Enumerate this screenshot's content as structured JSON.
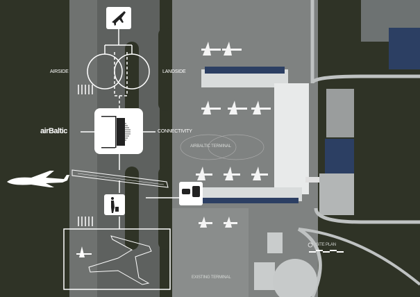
{
  "labels": {
    "airside": "AIRSIDE",
    "landside": "LANDSIDE",
    "brand": "airBaltic",
    "connectivity": "CONNECTIVITY",
    "airbaltic_terminal": "AIRBALTIC TERMINAL",
    "existing_terminal": "EXISTING TERMINAL",
    "site_plan": "SITE PLAN"
  },
  "colors": {
    "grass": "#2f3326",
    "apron": "#7d807f",
    "terminal_blue": "#2c3f63",
    "white": "#ffffff"
  }
}
